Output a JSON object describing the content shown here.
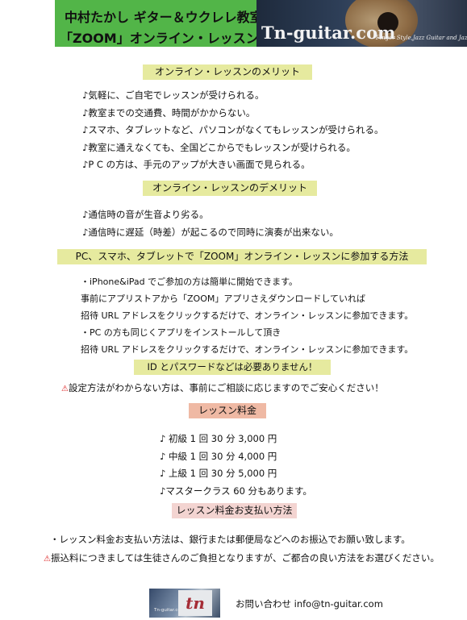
{
  "header": {
    "line1": "中村たかし ギター＆ウクレレ教室",
    "line2": "「ZOOM」オンライン・レッスン",
    "brand": "Tn-guitar.com",
    "tagline": "Finger Style,Jazz Guitar and Jazz Ukulele"
  },
  "merit": {
    "title": "オンライン・レッスンのメリット",
    "items": [
      "♪気軽に、ご自宅でレッスンが受けられる。",
      "♪教室までの交通費、時間がかからない。",
      "♪スマホ、タブレットなど、パソコンがなくてもレッスンが受けられる。",
      "♪教室に通えなくても、全国どこからでもレッスンが受けられる。",
      "♪P C の方は、手元のアップが大きい画面で見られる。"
    ]
  },
  "demerit": {
    "title": "オンライン・レッスンのデメリット",
    "items": [
      "♪通信時の音が生音より劣る。",
      "♪通信時に遅延（時差）が起こるので同時に演奏が出来ない。"
    ]
  },
  "howto": {
    "title": "PC、スマホ、タブレットで「ZOOM」オンライン・レッスンに参加する方法",
    "items": [
      "・iPhone&iPad でご参加の方は簡単に開始できます。",
      "事前にアプリストアから「ZOOM」アプリさえダウンロードしていれば",
      "招待 URL アドレスをクリックするだけで、オンライン・レッスンに参加できます。",
      "・PC の方も同じくアプリをインストールして頂き",
      "招待 URL アドレスをクリックするだけで、オンライン・レッスンに参加できます。"
    ],
    "highlight": "ID とパスワードなどは必要ありません！",
    "warning_symbol": "⚠",
    "warning": "設定方法がわからない方は、事前にご相談に応じますのでご安心ください！"
  },
  "fee": {
    "title": "レッスン料金",
    "items": [
      "♪ 初級 1 回 30 分 3,000 円",
      "♪ 中級 1 回 30 分 4,000 円",
      "♪ 上級 1 回 30 分 5,000 円",
      "♪マスタークラス 60 分もあります。"
    ]
  },
  "payment": {
    "title": "レッスン料金お支払い方法",
    "line1": "・レッスン料金お支払い方法は、銀行または郵便局などへのお振込でお願い致します。",
    "warning_symbol": "⚠",
    "line2": "振込料につきましては生徒さんのご負担となりますが、ご都合の良い方法をお選びください。"
  },
  "footer": {
    "logo_text": "tn",
    "small_text": "Tn-guitar.com",
    "contact": "お問い合わせ info@tn-guitar.com"
  },
  "colors": {
    "header_green": "#52b548",
    "section_yellow": "#e6ea9f",
    "fee_salmon": "#efb9a4",
    "payment_pink": "#f3d4d1",
    "warning_red": "#dd2222"
  }
}
